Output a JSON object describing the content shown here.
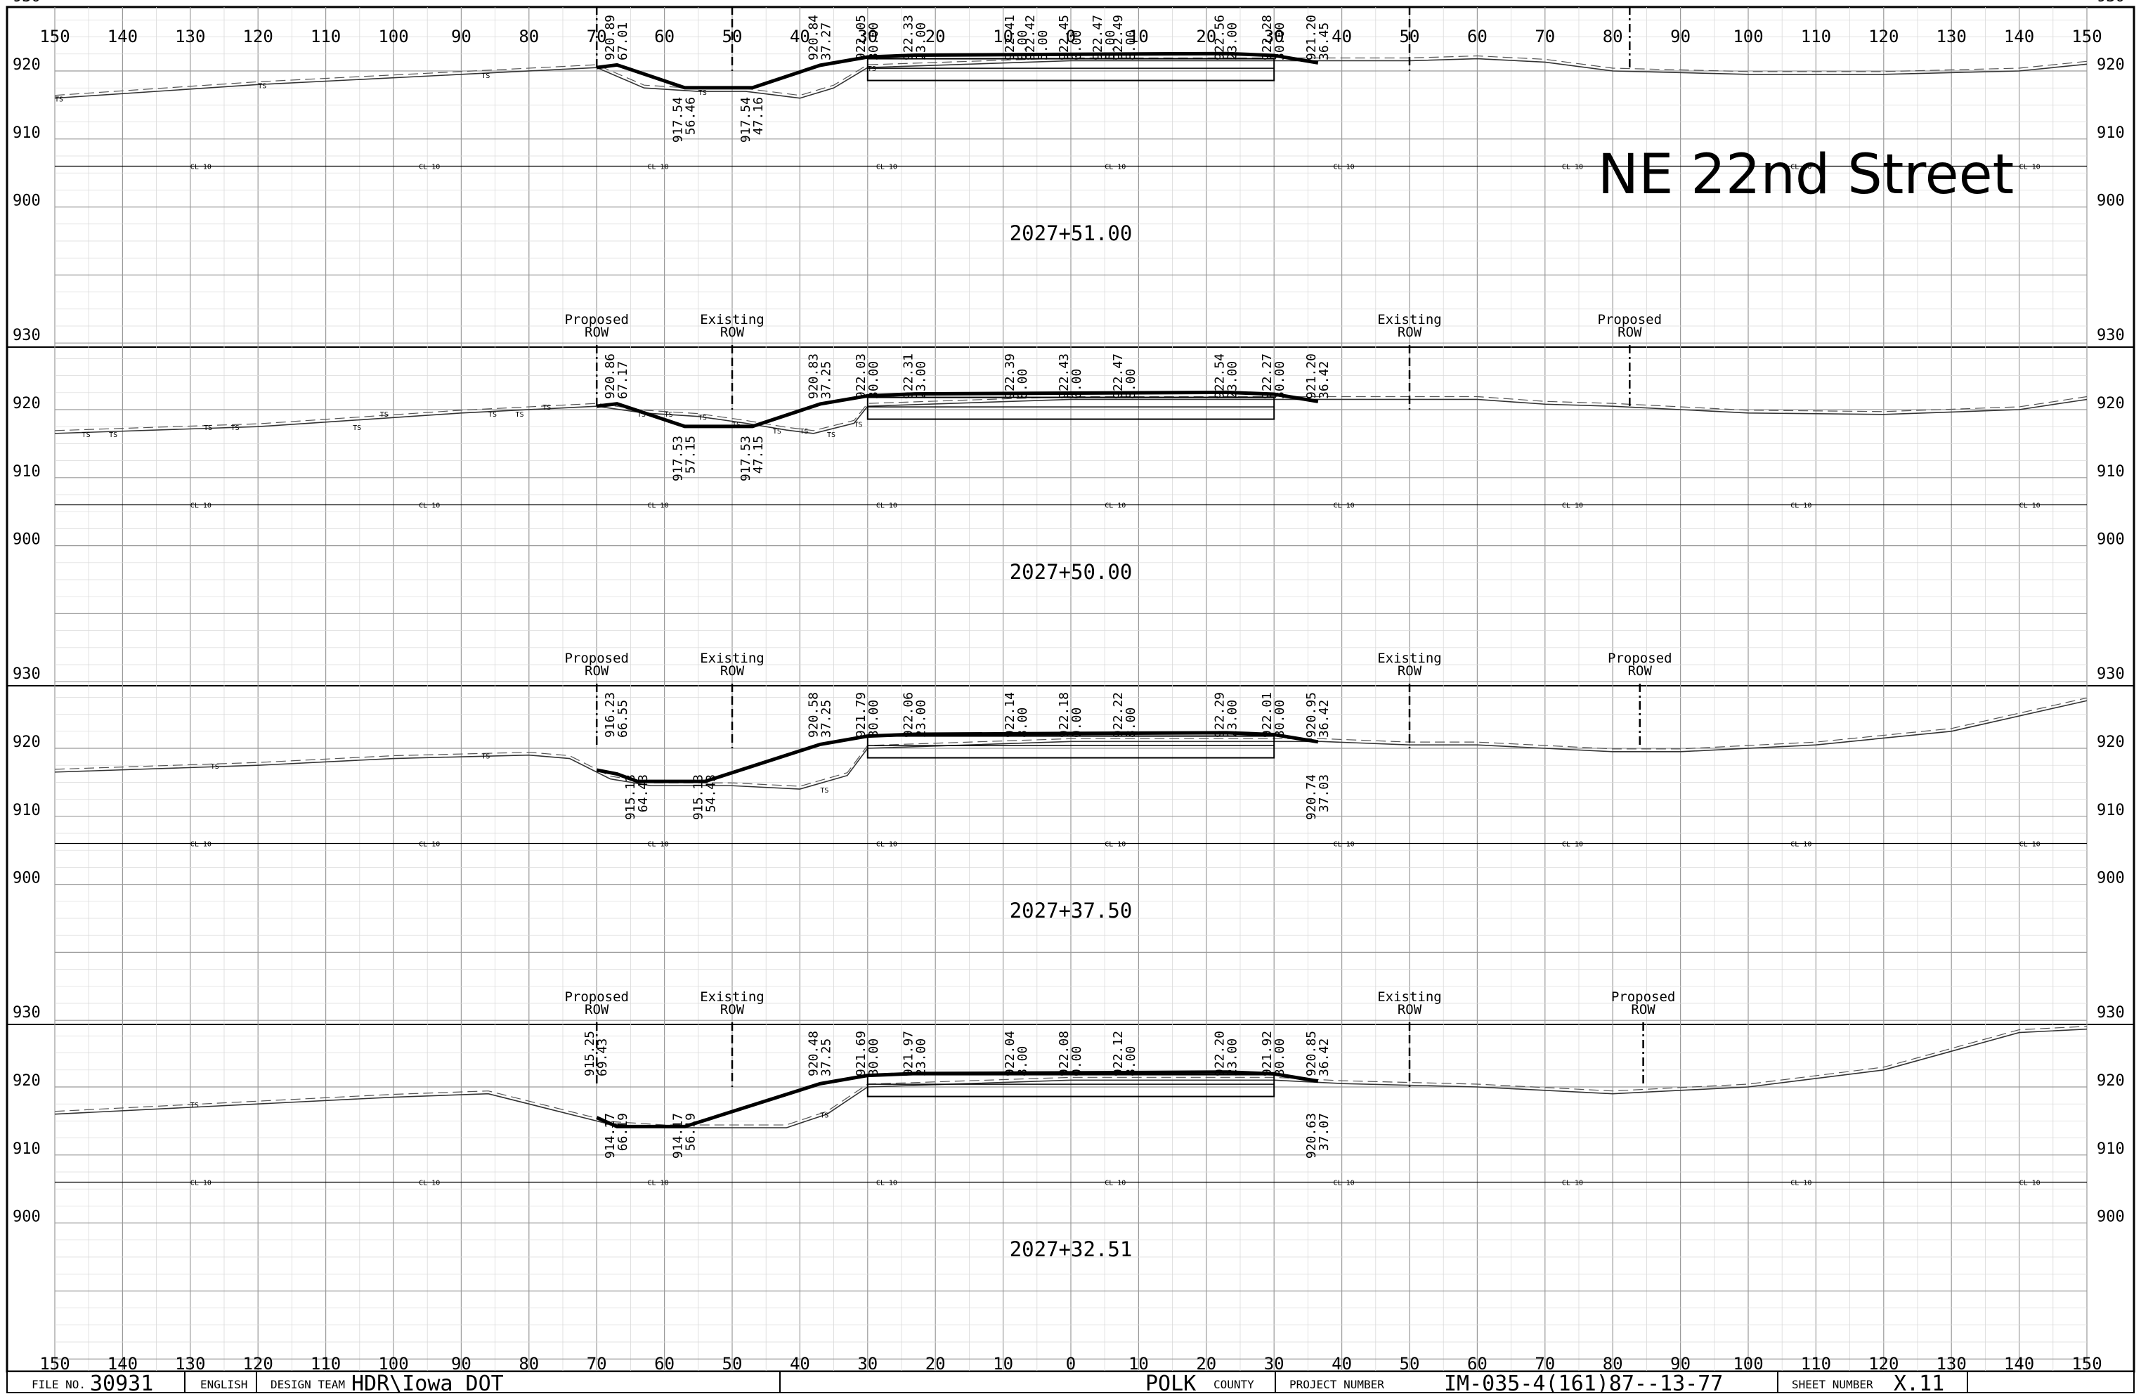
{
  "sheet": {
    "title": "NE 22nd Street",
    "bottom_scale": [
      "150",
      "140",
      "130",
      "120",
      "110",
      "100",
      "90",
      "80",
      "70",
      "60",
      "50",
      "40",
      "30",
      "20",
      "10",
      "0",
      "10",
      "20",
      "30",
      "40",
      "50",
      "60",
      "70",
      "80",
      "90",
      "100",
      "110",
      "120",
      "130",
      "140",
      "150"
    ],
    "top_scale": [
      "150",
      "140",
      "130",
      "120",
      "110",
      "100",
      "90",
      "80",
      "70",
      "60",
      "50",
      "40",
      "30",
      "20",
      "10",
      "0",
      "10",
      "20",
      "30",
      "40",
      "50",
      "60",
      "70",
      "80",
      "90",
      "100",
      "110",
      "120",
      "130",
      "140",
      "150"
    ],
    "elev_labels": [
      "930",
      "920",
      "910",
      "900"
    ],
    "cl_label": "CL 10",
    "ts_label": "TS"
  },
  "title_block": {
    "file_no_label": "FILE NO.",
    "file_no": "30931",
    "english": "ENGLISH",
    "design_team_label": "DESIGN TEAM",
    "design_team": "HDR\\Iowa DOT",
    "county": "POLK",
    "county_label": "COUNTY",
    "project_number_label": "PROJECT NUMBER",
    "project_number": "IM-035-4(161)87--13-77",
    "sheet_number_label": "SHEET NUMBER",
    "sheet_number": "X.11"
  },
  "sections": [
    {
      "station": "2027+51.00",
      "row_markers": [
        {
          "kind": "proposed",
          "line1": "Proposed",
          "line2": "ROW",
          "offset": -70
        },
        {
          "kind": "existing",
          "line1": "Existing",
          "line2": "ROW",
          "offset": -50
        },
        {
          "kind": "existing",
          "line1": "Existing",
          "line2": "ROW",
          "offset": 50
        },
        {
          "kind": "proposed",
          "line1": "Proposed",
          "line2": "ROW",
          "offset": 82.5
        }
      ],
      "upper_labels": [
        {
          "offset": -67,
          "elev": "920.89",
          "dist": "67.01"
        },
        {
          "offset": -37,
          "elev": "920.84",
          "dist": "37.27"
        },
        {
          "offset": -30,
          "elev": "922.05",
          "dist": "30.00"
        },
        {
          "offset": -23,
          "elev": "922.33",
          "dist": "23.00"
        },
        {
          "offset": -8,
          "elev": "922.41",
          "dist": "8.00"
        },
        {
          "offset": -5,
          "elev": "922.42",
          "dist": "5.00"
        },
        {
          "offset": 0,
          "elev": "922.45",
          "dist": "0.00"
        },
        {
          "offset": 5,
          "elev": "922.47",
          "dist": "5.00"
        },
        {
          "offset": 8,
          "elev": "922.49",
          "dist": "8.00"
        },
        {
          "offset": 23,
          "elev": "922.56",
          "dist": "23.00"
        },
        {
          "offset": 30,
          "elev": "922.28",
          "dist": "30.00"
        },
        {
          "offset": 36.5,
          "elev": "921.20",
          "dist": "36.45"
        }
      ],
      "lower_labels": [
        {
          "offset": -57,
          "elev": "917.54",
          "dist": "56.46"
        },
        {
          "offset": -47,
          "elev": "917.54",
          "dist": "47.16"
        }
      ],
      "existing_ground": [
        [
          -150,
          916
        ],
        [
          -120,
          918
        ],
        [
          -90,
          919.5
        ],
        [
          -70,
          920.5
        ],
        [
          -63,
          917.5
        ],
        [
          -55,
          917
        ],
        [
          -48,
          917
        ],
        [
          -40,
          916
        ],
        [
          -35,
          917.5
        ],
        [
          -30,
          920.5
        ],
        [
          0,
          921.5
        ],
        [
          30,
          921.5
        ],
        [
          37,
          921.5
        ],
        [
          50,
          921.5
        ],
        [
          60,
          921.8
        ],
        [
          70,
          921.3
        ],
        [
          80,
          920
        ],
        [
          100,
          919.5
        ],
        [
          120,
          919.5
        ],
        [
          140,
          920
        ],
        [
          150,
          921
        ]
      ],
      "proposed": [
        [
          -70,
          920.5
        ],
        [
          -67,
          920.89
        ],
        [
          -57,
          917.54
        ],
        [
          -47,
          917.54
        ],
        [
          -37,
          920.84
        ],
        [
          -30,
          922.05
        ],
        [
          -23,
          922.33
        ],
        [
          0,
          922.45
        ],
        [
          23,
          922.56
        ],
        [
          30,
          922.28
        ],
        [
          36.5,
          921.2
        ]
      ],
      "ts_points": [
        -150,
        -120,
        -87,
        -55,
        -30
      ]
    },
    {
      "station": "2027+50.00",
      "row_markers": [
        {
          "kind": "proposed",
          "line1": "Proposed",
          "line2": "ROW",
          "offset": -70
        },
        {
          "kind": "existing",
          "line1": "Existing",
          "line2": "ROW",
          "offset": -50
        },
        {
          "kind": "existing",
          "line1": "Existing",
          "line2": "ROW",
          "offset": 50
        },
        {
          "kind": "proposed",
          "line1": "Proposed",
          "line2": "ROW",
          "offset": 82.5
        }
      ],
      "upper_labels": [
        {
          "offset": -67,
          "elev": "920.86",
          "dist": "67.17"
        },
        {
          "offset": -37,
          "elev": "920.83",
          "dist": "37.25"
        },
        {
          "offset": -30,
          "elev": "922.03",
          "dist": "30.00"
        },
        {
          "offset": -23,
          "elev": "922.31",
          "dist": "23.00"
        },
        {
          "offset": -8,
          "elev": "922.39",
          "dist": "8.00"
        },
        {
          "offset": 0,
          "elev": "922.43",
          "dist": "0.00"
        },
        {
          "offset": 8,
          "elev": "922.47",
          "dist": "8.00"
        },
        {
          "offset": 23,
          "elev": "922.54",
          "dist": "23.00"
        },
        {
          "offset": 30,
          "elev": "922.27",
          "dist": "30.00"
        },
        {
          "offset": 36.5,
          "elev": "921.20",
          "dist": "36.42"
        }
      ],
      "lower_labels": [
        {
          "offset": -57,
          "elev": "917.53",
          "dist": "57.15"
        },
        {
          "offset": -47,
          "elev": "917.53",
          "dist": "47.15"
        }
      ],
      "existing_ground": [
        [
          -150,
          916.5
        ],
        [
          -120,
          917.5
        ],
        [
          -90,
          919.5
        ],
        [
          -70,
          920.5
        ],
        [
          -63,
          919.5
        ],
        [
          -55,
          919
        ],
        [
          -48,
          918
        ],
        [
          -42,
          917
        ],
        [
          -38,
          916.5
        ],
        [
          -32,
          918
        ],
        [
          -30,
          920.5
        ],
        [
          0,
          921.5
        ],
        [
          30,
          921.5
        ],
        [
          37,
          921.5
        ],
        [
          50,
          921.5
        ],
        [
          60,
          921.5
        ],
        [
          70,
          920.8
        ],
        [
          80,
          920.5
        ],
        [
          100,
          919.5
        ],
        [
          120,
          919.3
        ],
        [
          140,
          920
        ],
        [
          150,
          921.5
        ]
      ],
      "proposed": [
        [
          -70,
          920.5
        ],
        [
          -67,
          920.86
        ],
        [
          -57,
          917.53
        ],
        [
          -47,
          917.53
        ],
        [
          -37,
          920.83
        ],
        [
          -30,
          922.03
        ],
        [
          -23,
          922.31
        ],
        [
          0,
          922.43
        ],
        [
          23,
          922.54
        ],
        [
          30,
          922.27
        ],
        [
          36.5,
          921.2
        ]
      ],
      "ts_points": [
        -146,
        -142,
        -128,
        -124,
        -106,
        -102,
        -86,
        -82,
        -78,
        -64,
        -60,
        -55,
        -50,
        -44,
        -40,
        -36,
        -32
      ]
    },
    {
      "station": "2027+37.50",
      "row_markers": [
        {
          "kind": "proposed",
          "line1": "Proposed",
          "line2": "ROW",
          "offset": -70
        },
        {
          "kind": "existing",
          "line1": "Existing",
          "line2": "ROW",
          "offset": -50
        },
        {
          "kind": "existing",
          "line1": "Existing",
          "line2": "ROW",
          "offset": 50
        },
        {
          "kind": "proposed",
          "line1": "Proposed",
          "line2": "ROW",
          "offset": 84
        }
      ],
      "upper_labels": [
        {
          "offset": -67,
          "elev": "916.23",
          "dist": "66.55"
        },
        {
          "offset": -37,
          "elev": "920.58",
          "dist": "37.25"
        },
        {
          "offset": -30,
          "elev": "921.79",
          "dist": "30.00"
        },
        {
          "offset": -23,
          "elev": "922.06",
          "dist": "23.00"
        },
        {
          "offset": -8,
          "elev": "922.14",
          "dist": "8.00"
        },
        {
          "offset": 0,
          "elev": "922.18",
          "dist": "0.00"
        },
        {
          "offset": 8,
          "elev": "922.22",
          "dist": "8.00"
        },
        {
          "offset": 23,
          "elev": "922.29",
          "dist": "23.00"
        },
        {
          "offset": 30,
          "elev": "922.01",
          "dist": "30.00"
        },
        {
          "offset": 36.5,
          "elev": "920.95",
          "dist": "36.42"
        }
      ],
      "lower_labels": [
        {
          "offset": -64,
          "elev": "915.13",
          "dist": "64.43"
        },
        {
          "offset": -54,
          "elev": "915.13",
          "dist": "54.43"
        },
        {
          "offset": 36.5,
          "elev": "920.74",
          "dist": "37.03"
        }
      ],
      "existing_ground": [
        [
          -150,
          916.5
        ],
        [
          -120,
          917.5
        ],
        [
          -100,
          918.5
        ],
        [
          -80,
          919
        ],
        [
          -74,
          918.5
        ],
        [
          -68,
          915.5
        ],
        [
          -62,
          914.5
        ],
        [
          -50,
          914.5
        ],
        [
          -40,
          914
        ],
        [
          -33,
          916
        ],
        [
          -30,
          920
        ],
        [
          0,
          921
        ],
        [
          30,
          921
        ],
        [
          37,
          921
        ],
        [
          50,
          920.5
        ],
        [
          60,
          920.5
        ],
        [
          70,
          920
        ],
        [
          80,
          919.5
        ],
        [
          90,
          919.5
        ],
        [
          110,
          920.5
        ],
        [
          130,
          922.5
        ],
        [
          150,
          927
        ]
      ],
      "proposed": [
        [
          -70,
          916.8
        ],
        [
          -67,
          916.23
        ],
        [
          -64,
          915.13
        ],
        [
          -54,
          915.13
        ],
        [
          -37,
          920.58
        ],
        [
          -30,
          921.79
        ],
        [
          -23,
          922.06
        ],
        [
          0,
          922.18
        ],
        [
          23,
          922.29
        ],
        [
          30,
          922.01
        ],
        [
          36.5,
          920.95
        ]
      ],
      "ts_points": [
        -127,
        -87,
        -37
      ]
    },
    {
      "station": "2027+32.51",
      "row_markers": [
        {
          "kind": "proposed",
          "line1": "Proposed",
          "line2": "ROW",
          "offset": -70
        },
        {
          "kind": "existing",
          "line1": "Existing",
          "line2": "ROW",
          "offset": -50
        },
        {
          "kind": "existing",
          "line1": "Existing",
          "line2": "ROW",
          "offset": 50
        },
        {
          "kind": "proposed",
          "line1": "Proposed",
          "line2": "ROW",
          "offset": 84.5
        }
      ],
      "upper_labels": [
        {
          "offset": -70,
          "elev": "915.25",
          "dist": "69.43"
        },
        {
          "offset": -37,
          "elev": "920.48",
          "dist": "37.25"
        },
        {
          "offset": -30,
          "elev": "921.69",
          "dist": "30.00"
        },
        {
          "offset": -23,
          "elev": "921.97",
          "dist": "23.00"
        },
        {
          "offset": -8,
          "elev": "922.04",
          "dist": "8.00"
        },
        {
          "offset": 0,
          "elev": "922.08",
          "dist": "0.00"
        },
        {
          "offset": 8,
          "elev": "922.12",
          "dist": "8.00"
        },
        {
          "offset": 23,
          "elev": "922.20",
          "dist": "23.00"
        },
        {
          "offset": 30,
          "elev": "921.92",
          "dist": "30.00"
        },
        {
          "offset": 36.5,
          "elev": "920.85",
          "dist": "36.42"
        }
      ],
      "lower_labels": [
        {
          "offset": -67,
          "elev": "914.17",
          "dist": "66.19"
        },
        {
          "offset": -57,
          "elev": "914.17",
          "dist": "56.19"
        },
        {
          "offset": 36.5,
          "elev": "920.63",
          "dist": "37.07"
        }
      ],
      "existing_ground": [
        [
          -150,
          916
        ],
        [
          -120,
          917.5
        ],
        [
          -100,
          918.5
        ],
        [
          -86,
          919
        ],
        [
          -78,
          917
        ],
        [
          -68,
          914.5
        ],
        [
          -60,
          914
        ],
        [
          -50,
          914
        ],
        [
          -42,
          914
        ],
        [
          -36,
          916
        ],
        [
          -30,
          920
        ],
        [
          0,
          921
        ],
        [
          30,
          921
        ],
        [
          40,
          920.5
        ],
        [
          60,
          920
        ],
        [
          80,
          919
        ],
        [
          90,
          919.5
        ],
        [
          100,
          920
        ],
        [
          120,
          922.5
        ],
        [
          140,
          928
        ],
        [
          150,
          928.5
        ]
      ],
      "proposed": [
        [
          -70,
          915.5
        ],
        [
          -67,
          914.17
        ],
        [
          -57,
          914.17
        ],
        [
          -37,
          920.48
        ],
        [
          -30,
          921.69
        ],
        [
          -23,
          921.97
        ],
        [
          0,
          922.08
        ],
        [
          23,
          922.2
        ],
        [
          30,
          921.92
        ],
        [
          36.5,
          920.85
        ]
      ],
      "ts_points": [
        -130,
        -68,
        -37
      ]
    }
  ]
}
